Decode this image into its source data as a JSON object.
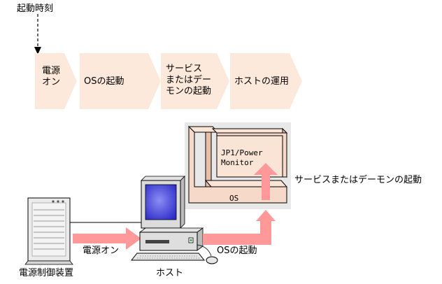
{
  "timeline": {
    "start_label": "起動時刻",
    "steps": [
      {
        "lines": [
          "電源",
          "オン"
        ]
      },
      {
        "lines": [
          "OSの起動"
        ]
      },
      {
        "lines": [
          "サービス",
          "またはデー",
          "モンの起動"
        ]
      },
      {
        "lines": [
          "ホストの運用"
        ]
      }
    ]
  },
  "stack": {
    "app_line1": "JP1/Power",
    "app_line2": "Monitor",
    "os_label": "OS",
    "service_label": "サービスまたはデーモンの起動"
  },
  "devices": {
    "power_unit_label": "電源制御装置",
    "host_label": "ホスト",
    "power_on_label": "電源オン",
    "os_boot_label": "OSの起動"
  },
  "colors": {
    "step_fill": "#fde9dc",
    "arrow": "#ff9999",
    "os_fill": "#f6d9c8",
    "panel": "#e8e8e8",
    "screen": "#4040d8"
  }
}
